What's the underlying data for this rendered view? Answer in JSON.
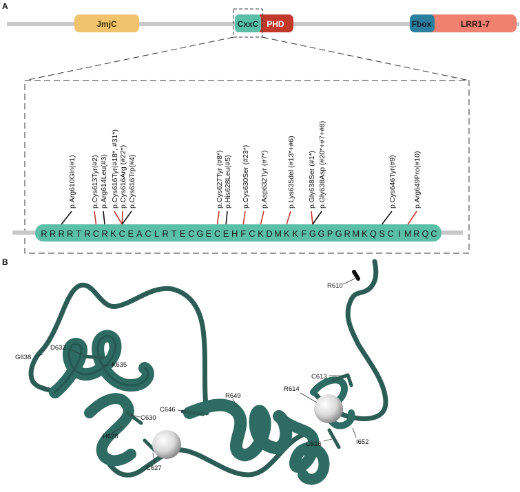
{
  "panel_a": {
    "letter": "A",
    "domains": [
      {
        "id": "jmjc",
        "label": "JmjC",
        "color": "#f1c36c",
        "text_color": "#3b2a08"
      },
      {
        "id": "cxxc",
        "label": "CxxC",
        "color": "#5bbfa8",
        "text_color": "#0f2b25"
      },
      {
        "id": "phd",
        "label": "PHD",
        "color": "#c0392b",
        "text_color": "#ffffff"
      },
      {
        "id": "fbox",
        "label": "Fbox",
        "color": "#2a7f9e",
        "text_color": "#0b1f29"
      },
      {
        "id": "lrr",
        "label": "LRR1-7",
        "color": "#f08070",
        "text_color": "#3a120c"
      }
    ],
    "sequence": "RRRRTRCRKCEACLRTECGECEHFCKDMKKFGGPGRMKQSCIMRQC",
    "mutations": [
      {
        "label": "p.Arg610Gln(#1)",
        "residue": 2,
        "color": "#111111"
      },
      {
        "label": "p.Cys613Tyr(#2)",
        "residue": 6,
        "color": "#c0392b"
      },
      {
        "label": "p.Arg614Leu(#3)",
        "residue": 7,
        "color": "#111111"
      },
      {
        "label": "p.Cys616Tyr(#18*, #31*)",
        "residue": 9,
        "color": "#c0392b"
      },
      {
        "label": "p.Cys616Arg (#22*)",
        "residue": 9,
        "color": "#c0392b"
      },
      {
        "label": "p.Cys616Trp(#4)",
        "residue": 9,
        "color": "#111111"
      },
      {
        "label": "p.Cys627Tyr (#8*)",
        "residue": 20,
        "color": "#c0392b"
      },
      {
        "label": "p.His628Leu(#5)",
        "residue": 21,
        "color": "#111111"
      },
      {
        "label": "p.Cys630Ser (#23*)",
        "residue": 23,
        "color": "#c0392b"
      },
      {
        "label": "p.Asp632Tyr (#7*)",
        "residue": 25,
        "color": "#c0392b"
      },
      {
        "label": "p.Lys635del (#13*+#6)",
        "residue": 28,
        "color": "#c0392b"
      },
      {
        "label": "p.Gly638Ser (#1*)",
        "residue": 31,
        "color": "#c0392b"
      },
      {
        "label": "p.Gly638Asp (#20*+#7+#8)",
        "residue": 31,
        "color": "#111111"
      },
      {
        "label": "p.Cys646Tyr(#9)",
        "residue": 39,
        "color": "#111111"
      },
      {
        "label": "p.Arg649Pro(#10)",
        "residue": 42,
        "color": "#c0392b"
      }
    ]
  },
  "panel_b": {
    "letter": "B",
    "labels": [
      {
        "id": "r610",
        "text": "R610"
      },
      {
        "id": "d632",
        "text": "D632"
      },
      {
        "id": "g638",
        "text": "G638"
      },
      {
        "id": "k635",
        "text": "K635"
      },
      {
        "id": "c646",
        "text": "C646"
      },
      {
        "id": "r649",
        "text": "R649"
      },
      {
        "id": "c630",
        "text": "C630"
      },
      {
        "id": "h628",
        "text": "H628"
      },
      {
        "id": "c627",
        "text": "C627"
      },
      {
        "id": "r614",
        "text": "R614"
      },
      {
        "id": "c613",
        "text": "C613"
      },
      {
        "id": "c616",
        "text": "C616"
      },
      {
        "id": "i652",
        "text": "I652"
      }
    ]
  }
}
